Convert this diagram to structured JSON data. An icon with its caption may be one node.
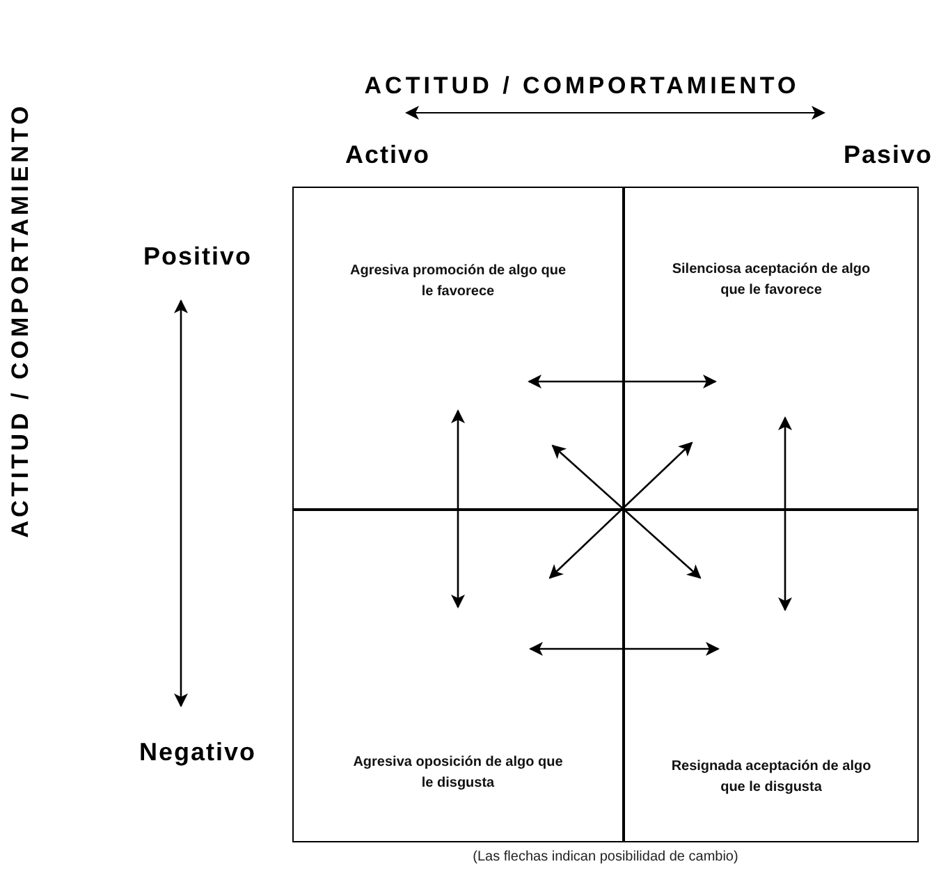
{
  "diagram": {
    "title": "ACTITUD / COMPORTAMIENTO",
    "caption": "(Las flechas indican posibilidad de cambio)",
    "nodes": [
      {
        "text": [
          "Agresiva promoción de algo que le favorece"
        ]
      },
      {
        "text": [
          "Silenciosa aceptación de algo que le favorece"
        ]
      },
      {
        "text": [
          "Agresiva oposición de algo que le disgusta"
        ]
      },
      {
        "text": [
          "Resignada aceptación de algo que le disgusta"
        ]
      }
    ],
    "edges": [
      {
        "from": 0,
        "to": 1,
        "arrow": "both"
      },
      {
        "from": 0,
        "to": 2,
        "arrow": "both"
      },
      {
        "from": 1,
        "to": 3,
        "arrow": "both"
      },
      {
        "from": 0,
        "to": 3,
        "arrow": "both"
      },
      {
        "from": 1,
        "to": 2,
        "arrow": "both"
      },
      {
        "from": 2,
        "to": 3,
        "arrow": "both"
      }
    ],
    "labels": [
      "ACTITUD / COMPORTAMIENTO",
      "Activo",
      "Pasivo",
      "Positivo",
      "Negativo"
    ]
  }
}
